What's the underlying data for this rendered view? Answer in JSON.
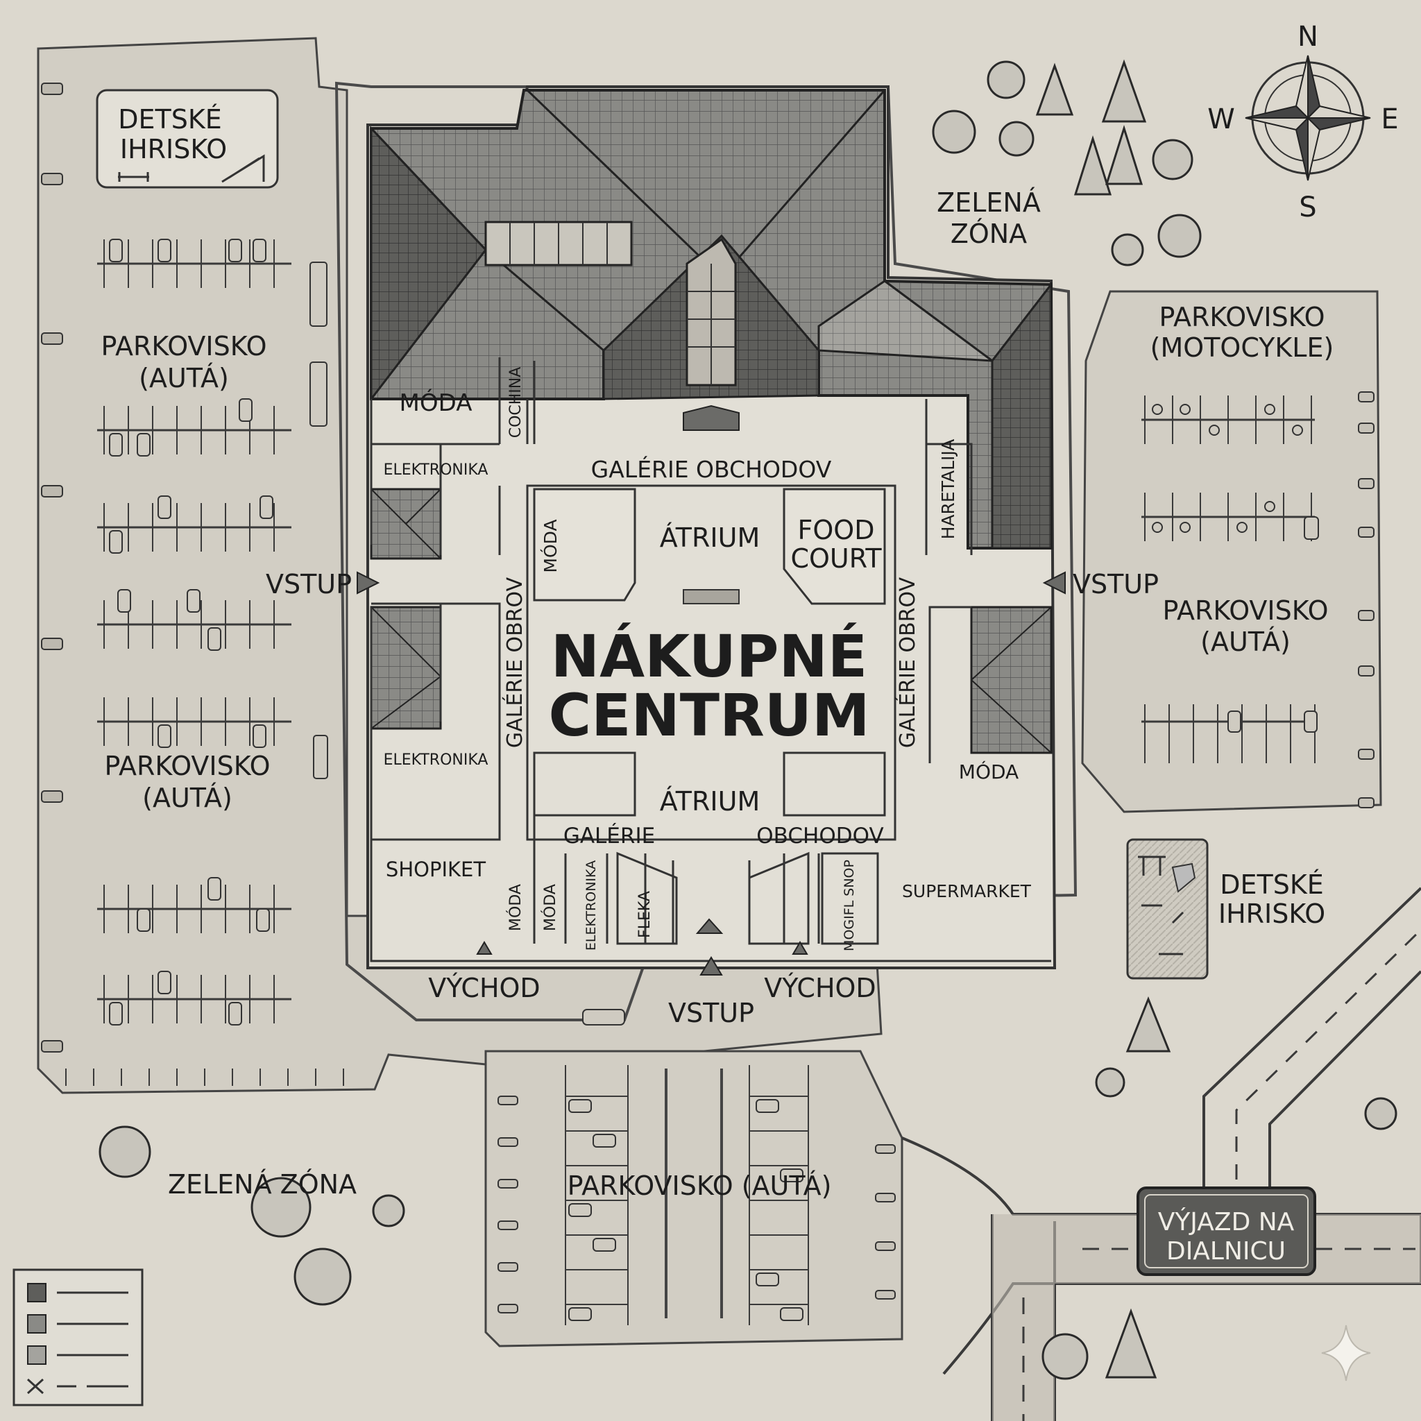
{
  "map": {
    "title_line1": "NÁKUPNÉ",
    "title_line2": "CENTRUM",
    "compass": {
      "n": "N",
      "s": "S",
      "e": "E",
      "w": "W"
    },
    "zones": {
      "playground_nw_1": "DETSKÉ",
      "playground_nw_2": "IHRISKO",
      "playground_e_1": "DETSKÉ",
      "playground_e_2": "IHRISKO",
      "green_ne_1": "ZELENÁ",
      "green_ne_2": "ZÓNA",
      "green_sw": "ZELENÁ ZÓNA",
      "parking_w1_1": "PARKOVISKO",
      "parking_w1_2": "(AUTÁ)",
      "parking_w2_1": "PARKOVISKO",
      "parking_w2_2": "(AUTÁ)",
      "parking_moto_1": "PARKOVISKO",
      "parking_moto_2": "(MOTOCYKLE)",
      "parking_e_1": "PARKOVISKO",
      "parking_e_2": "(AUTÁ)",
      "parking_s": "PARKOVISKO (AUTÁ)"
    },
    "entrances": {
      "west": "VSTUP",
      "east": "VSTUP",
      "south": "VSTUP",
      "exit_sw": "VÝCHOD",
      "exit_se": "VÝCHOD"
    },
    "highway_sign_1": "VÝJAZD NA",
    "highway_sign_2": "DIALNICU",
    "interior": {
      "atrium_n": "ÁTRIUM",
      "atrium_s": "ÁTRIUM",
      "food_court_1": "FOOD",
      "food_court_2": "COURT",
      "gallery_n": "GALÉRIE OBCHODOV",
      "gallery_w": "GALÉRIE OBROV",
      "gallery_e": "GALÉRIE OBROV",
      "gallery_s1": "GALÉRIE",
      "gallery_s2": "OBCHODOV"
    },
    "stores": {
      "moda_nw": "MÓDA",
      "cochina": "COCHINA",
      "elektronika_nw": "ELEKTRONIKA",
      "moda_inner": "MÓDA",
      "haretalija": "HARETALIJA",
      "elektronika_sw": "ELEKTRONIKA",
      "moda_e": "MÓDA",
      "shopiket": "SHOPIKET",
      "moda_s1": "MÓDA",
      "moda_s2": "MÓDA",
      "elektronika_s": "ELEKTRONIKA",
      "fleka": "FLEKA",
      "mogifl_snop": "MOGIFL SNOP",
      "supermarket": "SUPERMARKET"
    }
  }
}
